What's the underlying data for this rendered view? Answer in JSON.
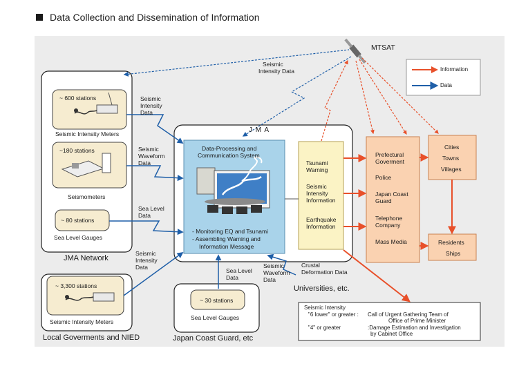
{
  "title": "Data Collection and Dissemination of Information",
  "satellite": {
    "label": "MTSAT"
  },
  "legend": {
    "information": "Information",
    "data": "Data",
    "information_color": "#e8502a",
    "data_color": "#1f5fa8"
  },
  "jma_network": {
    "group_label": "JMA Network",
    "seismic_meters": {
      "stations": "~ 600 stations",
      "label": "Seismic Intensity Meters"
    },
    "seismometers": {
      "stations": "~180 stations",
      "label": "Seismometers"
    },
    "sea_level": {
      "stations": "~ 80 stations",
      "label": "Sea Level Gauges"
    }
  },
  "local_gov": {
    "group_label": "Local Goverments and NIED",
    "stations": "~ 3,300 stations",
    "label": "Seismic Intensity Meters"
  },
  "coast_guard": {
    "group_label": "Japan Coast Guard, etc",
    "stations": "~ 30 stations",
    "label": "Sea Level Gauges"
  },
  "jma": {
    "label": "J M A",
    "system_line1": "Data-Processing and",
    "system_line2": "Communication System",
    "bullet1": "- Monitoring EQ and Tsunami",
    "bullet2": "- Assembling Warning and",
    "bullet3": "Information Message"
  },
  "flow_labels": {
    "sat_data_1": "Seismic",
    "sat_data_2": "Intensity Data",
    "si1_1": "Seismic",
    "si1_2": "Intensity",
    "si1_3": "Data",
    "sw_1": "Seismic",
    "sw_2": "Waveform",
    "sw_3": "Data",
    "sl_1": "Sea Level",
    "sl_2": "Data",
    "si2_1": "Seismic",
    "si2_2": "Intensity",
    "si2_3": "Data",
    "cg_1": "Sea Level",
    "cg_2": "Data",
    "uw_1": "Seismic",
    "uw_2": "Waveform",
    "uw_3": "Data",
    "cd_1": "Crustal",
    "cd_2": "Deformation Data",
    "universities": "Universities, etc."
  },
  "warnings": {
    "tsunami_1": "Tsunami",
    "tsunami_2": "Warning",
    "intensity_1": "Seismic",
    "intensity_2": "Intensity",
    "intensity_3": "Information",
    "eq_1": "Earthquake",
    "eq_2": "Information"
  },
  "recipients": {
    "pref_1": "Prefectural",
    "pref_2": "Goverment",
    "police": "Police",
    "jcg_1": "Japan Coast",
    "jcg_2": "Guard",
    "tel_1": "Telephone",
    "tel_2": "Company",
    "media": "Mass Media",
    "cities": "Cities",
    "towns": "Towns",
    "villages": "Villages",
    "residents": "Residents",
    "ships": "Ships"
  },
  "note": {
    "head": "Seismic Intensity",
    "r1_left": "\"6 lower\" or greater :",
    "r1_right_1": "Call of Urgent Gathering Team of",
    "r1_right_2": "Office of Prime Minister",
    "r2_left": "\"4\" or greater",
    "r2_right_1": ":Damage Estimation and Investigation",
    "r2_right_2": "by Cabinet Office"
  }
}
